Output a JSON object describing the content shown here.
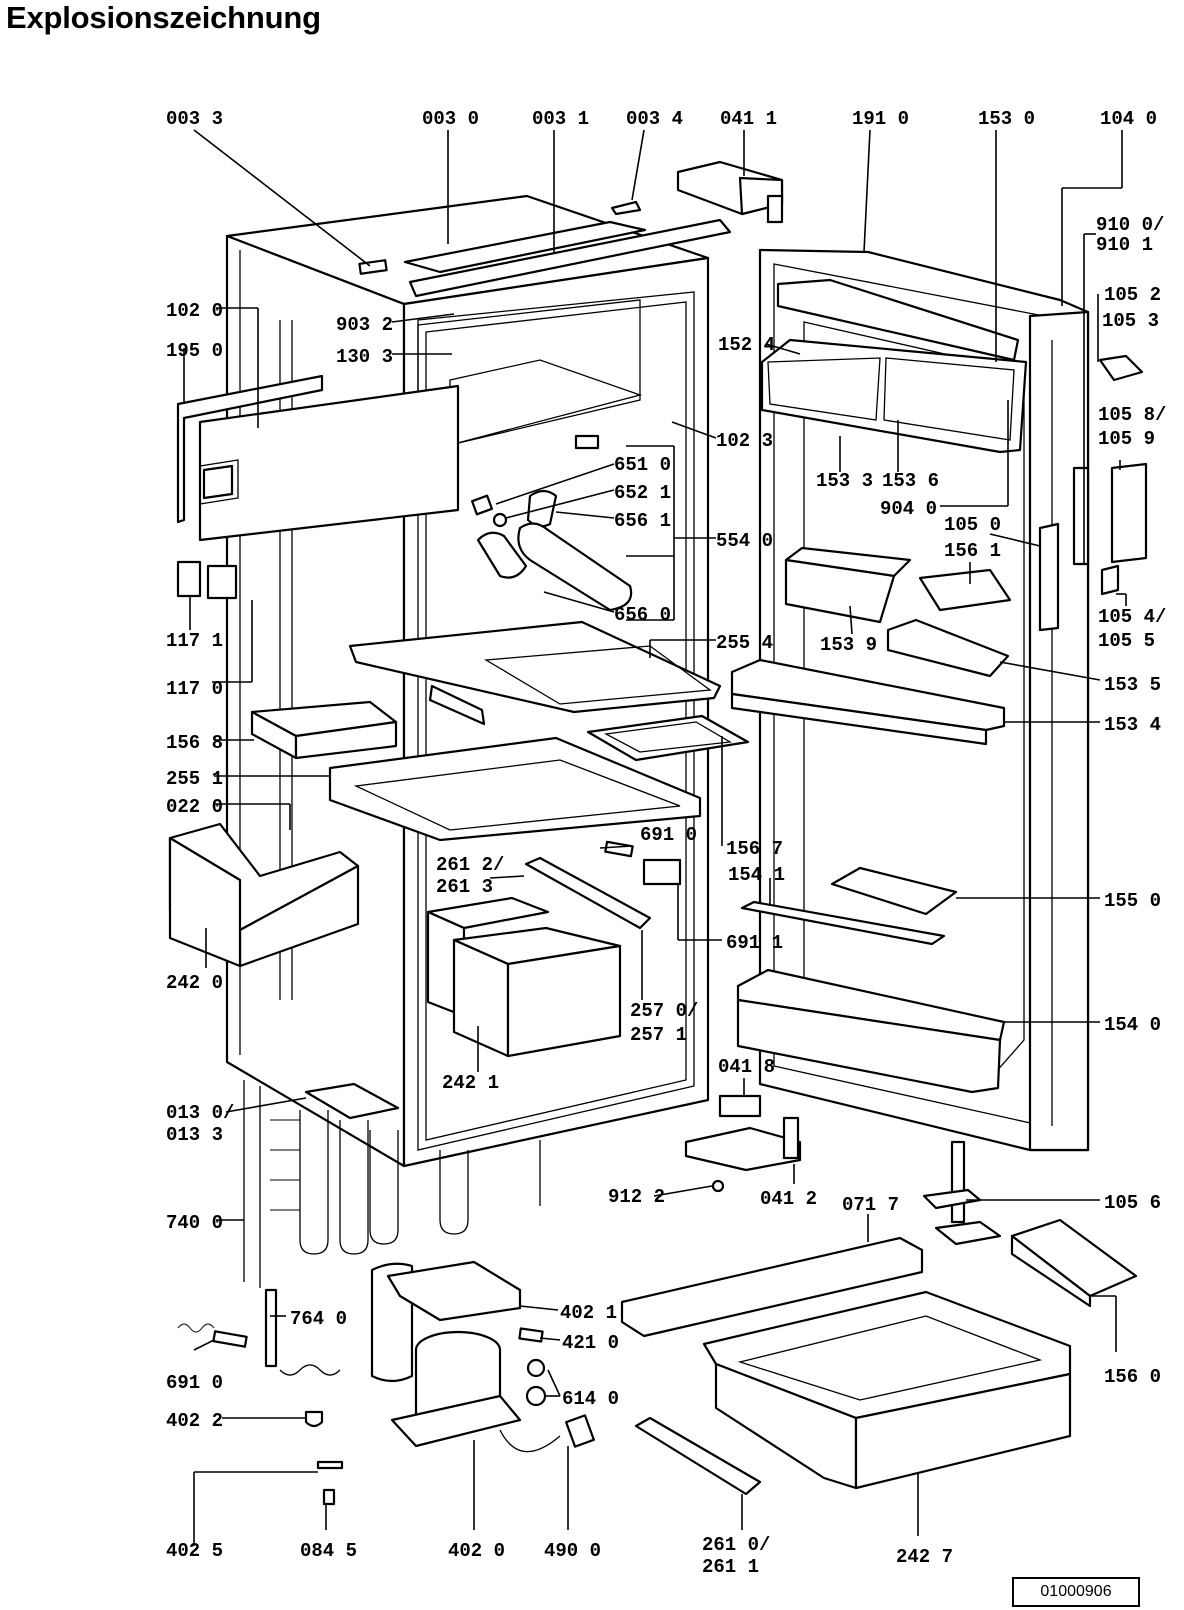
{
  "title": "Explosionszeichnung",
  "doc_code": "01000906",
  "labels": {
    "l0033": "003 3",
    "l0030": "003 0",
    "l0031": "003 1",
    "l0034": "003 4",
    "l0411": "041 1",
    "l1910": "191 0",
    "l1530": "153 0",
    "l1040": "104 0",
    "l9100": "910 0/",
    "l9101": "910 1",
    "l1052": "105 2",
    "l1053": "105 3",
    "l1020": "102 0",
    "l1950": "195 0",
    "l9032": "903 2",
    "l1303": "130 3",
    "l1524": "152 4",
    "l1058": "105 8/",
    "l1059": "105 9",
    "l1023": "102 3",
    "l1533": "153 3",
    "l1536": "153 6",
    "l9040": "904 0",
    "l6510": "651 0",
    "l6521": "652 1",
    "l6561": "656 1",
    "l5540": "554 0",
    "l6560": "656 0",
    "l1050": "105 0",
    "l1561": "156 1",
    "l1539": "153 9",
    "l1054": "105 4/",
    "l1055": "105 5",
    "l1171": "117 1",
    "l1170": "117 0",
    "l2554": "255 4",
    "l1535": "153 5",
    "l1568": "156 8",
    "l1534": "153 4",
    "l2551": "255 1",
    "l0220": "022 0",
    "l6910a": "691 0",
    "l1567": "156 7",
    "l2612": "261 2/",
    "l2613": "261 3",
    "l1541": "154 1",
    "l1550": "155 0",
    "l6911": "691 1",
    "l2420": "242 0",
    "l2570": "257 0/",
    "l2571": "257 1",
    "l1540": "154 0",
    "l2421": "242 1",
    "l0418": "041 8",
    "l0130": "013 0/",
    "l0133": "013 3",
    "l9122": "912 2",
    "l0412": "041 2",
    "l0717": "071 7",
    "l1056": "105 6",
    "l7400": "740 0",
    "l4021": "402 1",
    "l7640": "764 0",
    "l4210": "421 0",
    "l6910b": "691 0",
    "l6140": "614 0",
    "l1560": "156 0",
    "l4022": "402 2",
    "l4025": "402 5",
    "l0845": "084 5",
    "l4020": "402 0",
    "l4900": "490 0",
    "l2610": "261 0/",
    "l2611": "261 1",
    "l2427": "242 7"
  }
}
